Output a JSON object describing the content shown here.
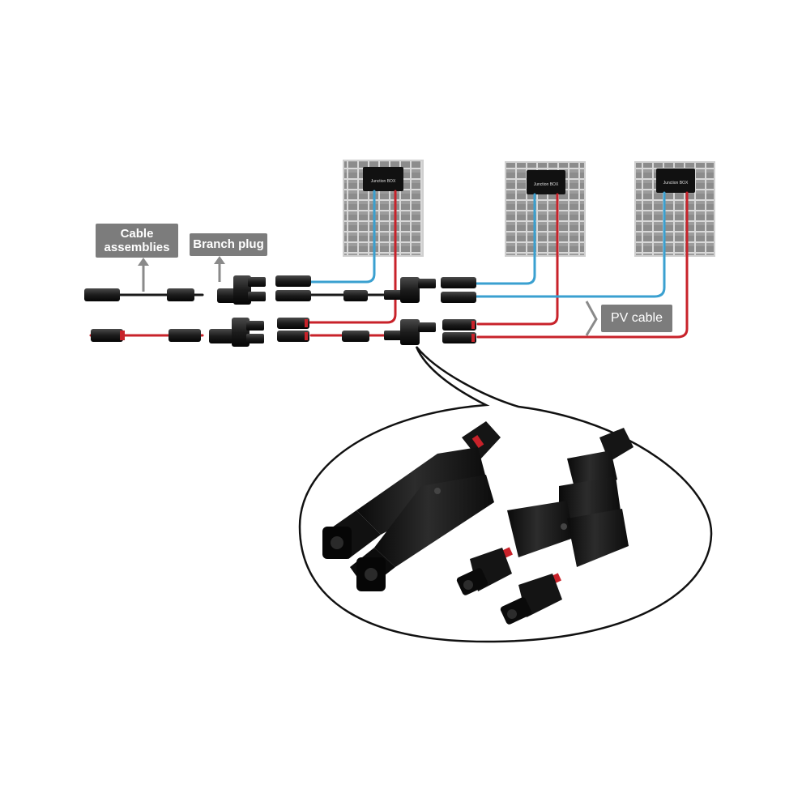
{
  "labels": {
    "cable_line1": "Cable",
    "cable_line2": "assemblies",
    "branch": "Branch plug",
    "pv": "PV cable"
  },
  "panels": {
    "junction_box_text": "Junction BOX",
    "count": 3
  },
  "colors": {
    "positive_cable": "#c8222a",
    "negative_cable": "#3aa0d0",
    "connector": "#1e1e1e",
    "panel_cell": "#8a8a8a",
    "panel_frame": "#d6d6d6",
    "label_bg": "#7c7c7c",
    "callout_outline": "#111111"
  }
}
